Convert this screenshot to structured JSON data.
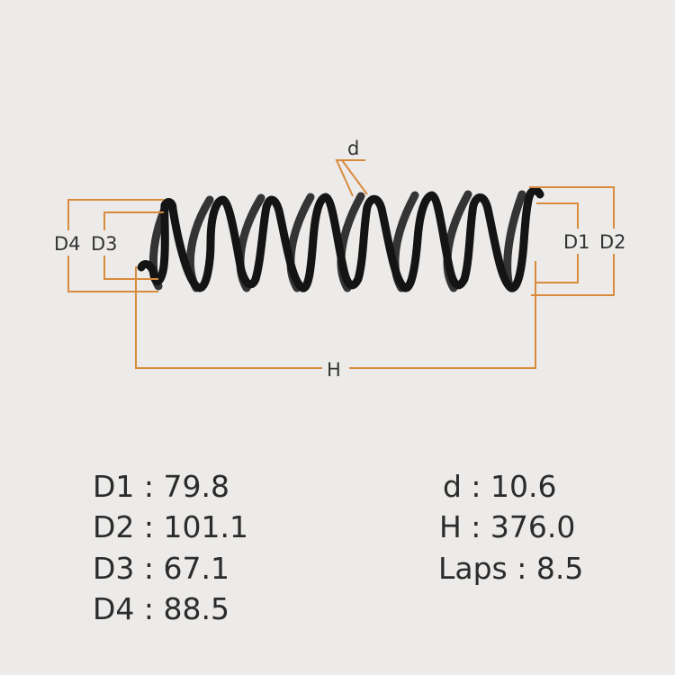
{
  "labels": {
    "d": "d",
    "d1": "D1",
    "d2": "D2",
    "d3": "D3",
    "d4": "D4",
    "h": "H"
  },
  "specs": {
    "d1": "D1 : 79.8",
    "d2": "D2 : 101.1",
    "d3": "D3 : 67.1",
    "d4": "D4 : 88.5",
    "d": "d : 10.6",
    "h": "H : 376.0",
    "laps": "Laps : 8.5"
  },
  "colors": {
    "background": "#ecebe9",
    "dimension_lines": "#d98a3c",
    "spring": "#141414",
    "text": "#2b2b2b"
  }
}
